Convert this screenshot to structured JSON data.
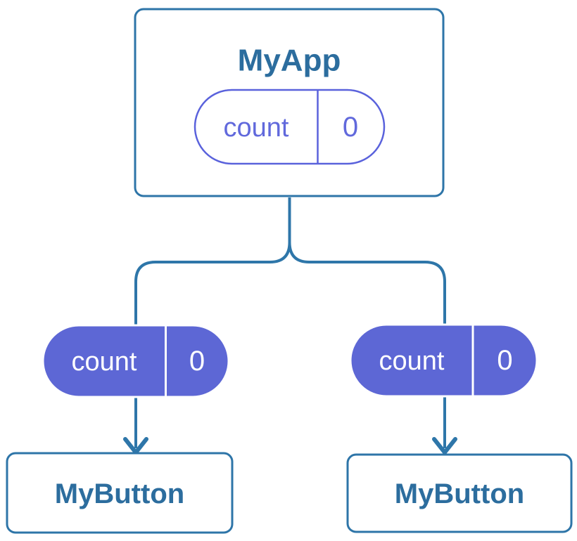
{
  "diagram": {
    "description": "component tree with state passed down as props",
    "root": {
      "label": "MyApp",
      "state": {
        "name": "count",
        "value": "0"
      }
    },
    "children": [
      {
        "label": "MyButton",
        "prop": {
          "name": "count",
          "value": "0"
        }
      },
      {
        "label": "MyButton",
        "prop": {
          "name": "count",
          "value": "0"
        }
      }
    ],
    "colors": {
      "line_blue": "#2E76A9",
      "label_blue": "#2C6D9E",
      "pill_purple_fill": "#5D67D5",
      "pill_purple_outline": "#5A62DC",
      "pill_text_on_fill": "#FFFFFF",
      "card_fill": "#FFFFFF",
      "background": "#FFFFFF"
    }
  }
}
